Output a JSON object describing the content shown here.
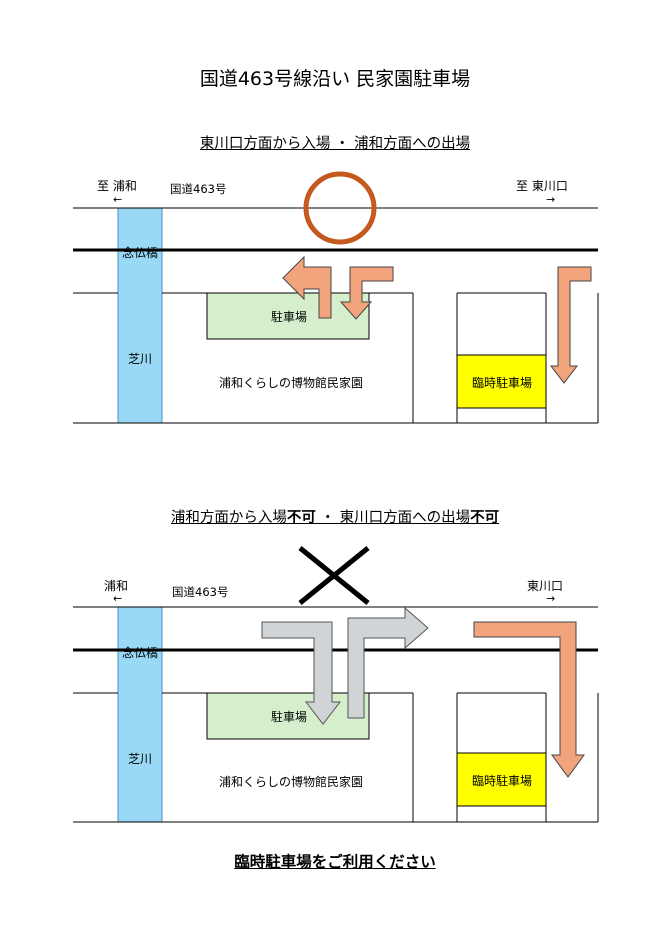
{
  "title": "国道463号線沿い 民家園駐車場",
  "section1": {
    "heading": "東川口方面から入場 ・ 浦和方面への出場",
    "left_dest": "至 浦和",
    "left_arrow": "←",
    "right_dest": "至 東川口",
    "right_arrow": "→",
    "road": "国道463号",
    "bridge": "念仏橋",
    "river": "芝川",
    "parking": "駐車場",
    "museum": "浦和くらしの博物館民家園",
    "temp_parking": "臨時駐車場"
  },
  "section2": {
    "heading_part1": "浦和方面から入場",
    "heading_bold1": "不可",
    "heading_part2": " ・ 東川口方面への出場",
    "heading_bold2": "不可",
    "left_dest": "浦和",
    "left_arrow": "←",
    "right_dest": "東川口",
    "right_arrow": "→",
    "road": "国道463号",
    "bridge": "念仏橋",
    "river": "芝川",
    "parking": "駐車場",
    "museum": "浦和くらしの博物館民家園",
    "temp_parking": "臨時駐車場"
  },
  "closing": "臨時駐車場をご利用ください",
  "colors": {
    "river": "#99d9f5",
    "river_stroke": "#4a90c8",
    "parking": "#d5efcc",
    "temp_parking": "#ffff00",
    "allowed_arrow": "#f2a57c",
    "denied_arrow": "#d0d4d6",
    "ok_circle": "#c4581e"
  }
}
